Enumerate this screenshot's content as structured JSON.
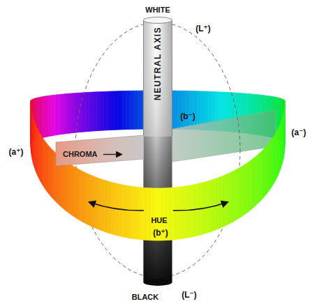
{
  "diagram": {
    "nodes": [
      {
        "text": [
          "NEUTRAL AXIS"
        ]
      },
      {
        "text": [
          "CHROMA"
        ]
      }
    ],
    "labels": [
      "WHITE",
      "(L⁺)",
      "(b⁻)",
      "(a⁻)",
      "(a⁺)",
      "HUE",
      "(b⁺)",
      "BLACK",
      "(L⁻)"
    ]
  }
}
